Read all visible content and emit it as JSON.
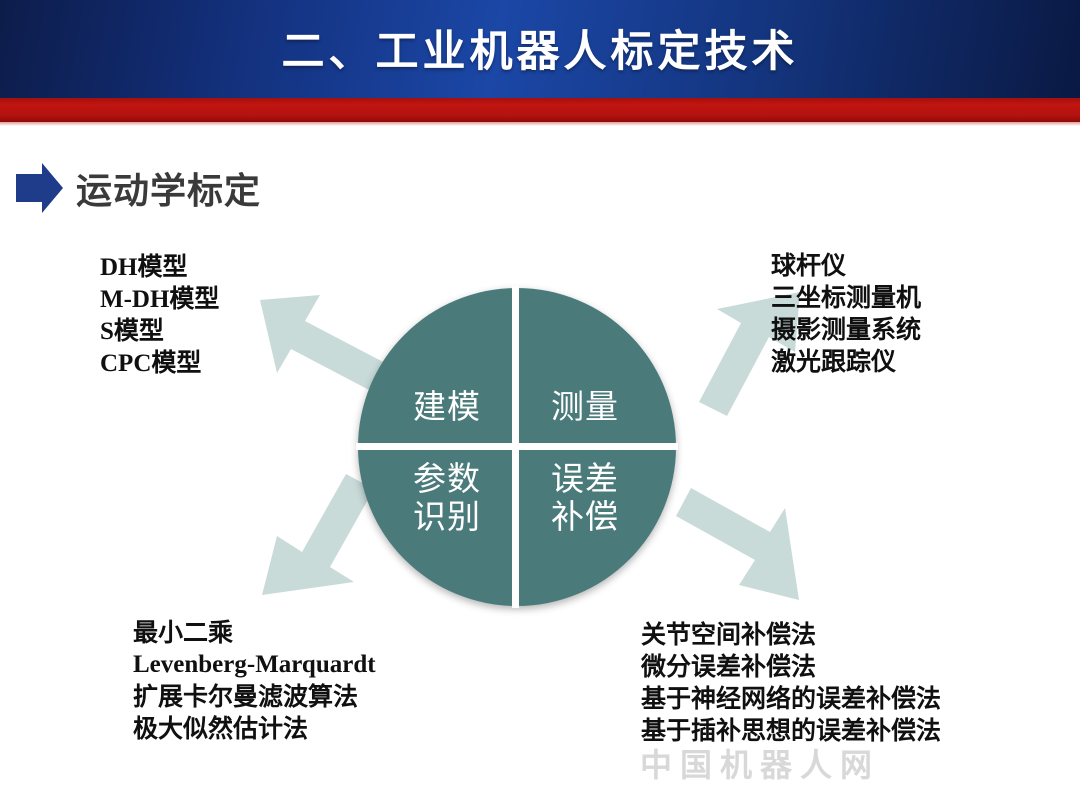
{
  "header": {
    "title": "二、工业机器人标定技术",
    "background_color": "#13307c",
    "rule_color": "#b41210"
  },
  "subtitle": {
    "label": "运动学标定",
    "arrow_icon": "right-arrow-icon",
    "arrow_color": "#1f3c8b",
    "text_color": "#3a3a3a"
  },
  "diagram": {
    "circle_color": "#4a7b7a",
    "arrow_color": "#c9dbd9",
    "quadrants": [
      {
        "id": "modeling",
        "label": "建模"
      },
      {
        "id": "measure",
        "label": "测量"
      },
      {
        "id": "identify",
        "label": "参数\n识别"
      },
      {
        "id": "compensate",
        "label": "误差\n补偿"
      }
    ],
    "callouts": {
      "modeling": {
        "lines": [
          "DH模型",
          "M-DH模型",
          "S模型",
          "CPC模型"
        ]
      },
      "measure": {
        "lines": [
          "球杆仪",
          "三坐标测量机",
          "摄影测量系统",
          "激光跟踪仪"
        ]
      },
      "identify": {
        "lines": [
          "最小二乘",
          "Levenberg-Marquardt",
          "扩展卡尔曼滤波算法",
          "极大似然估计法"
        ]
      },
      "compensate": {
        "lines": [
          "关节空间补偿法",
          "微分误差补偿法",
          "基于神经网络的误差补偿法",
          "基于插补思想的误差补偿法"
        ]
      }
    }
  },
  "watermark": {
    "text": "中国机器人网"
  }
}
